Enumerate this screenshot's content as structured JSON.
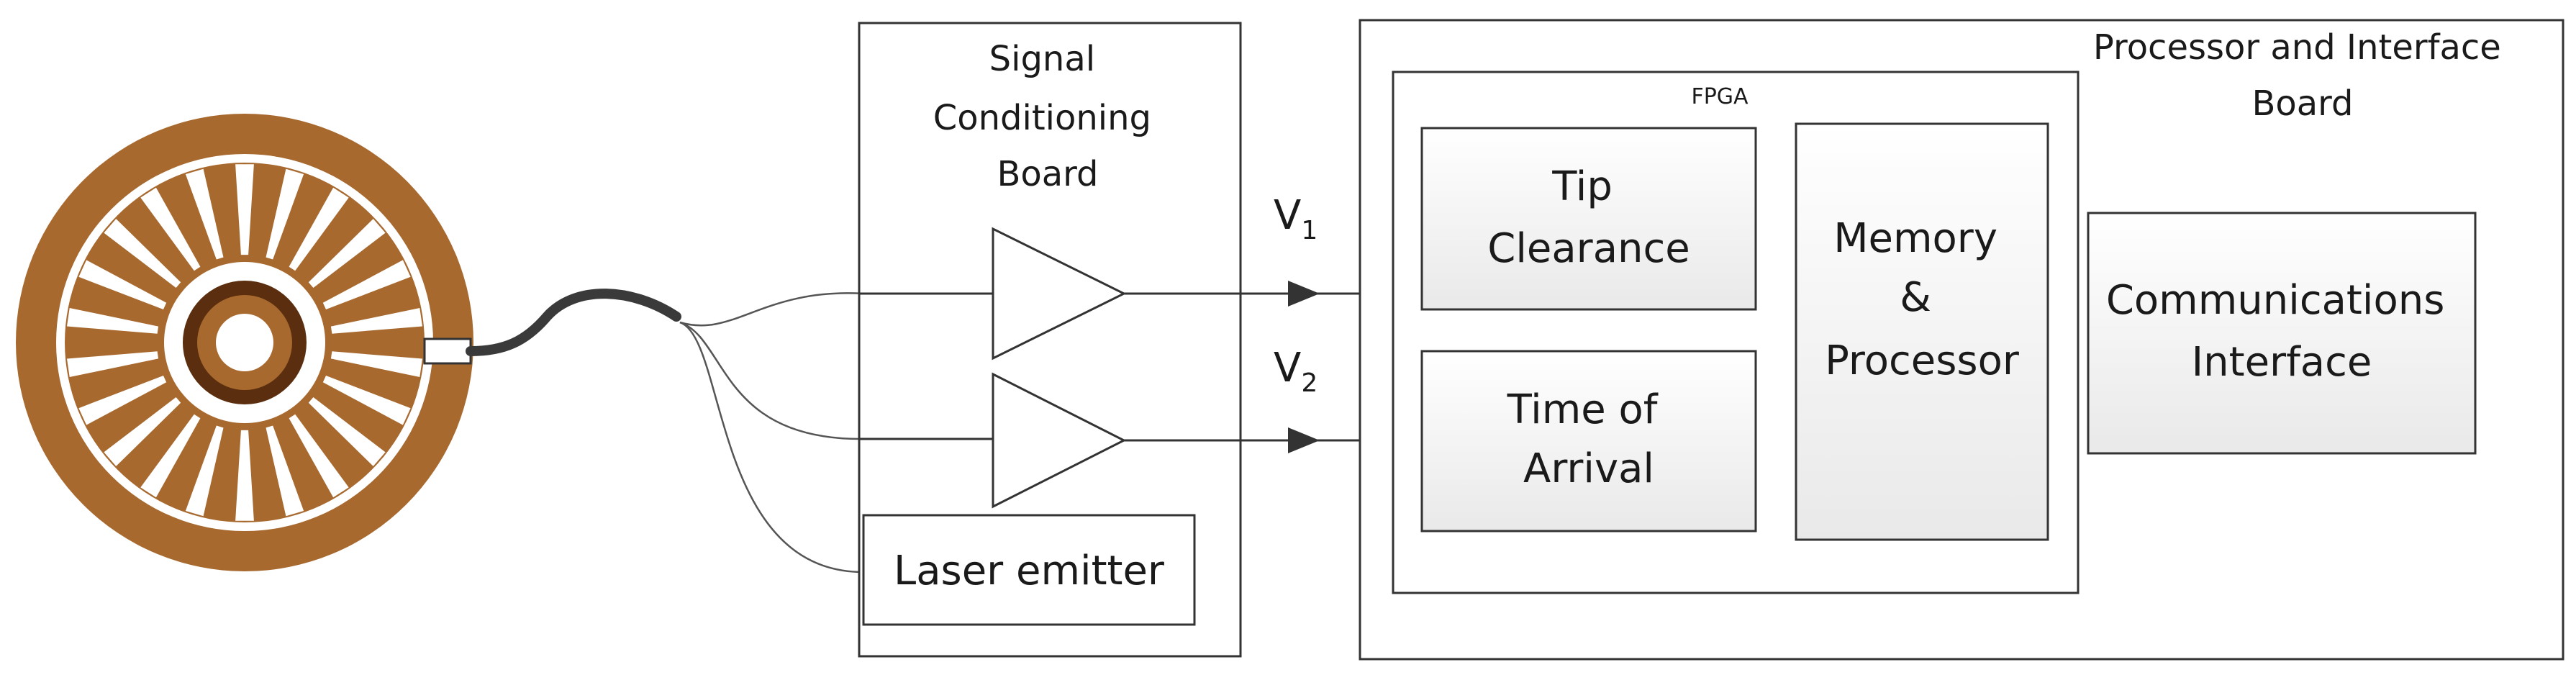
{
  "signal_board": {
    "title_lines": [
      "Signal",
      "Conditioning",
      "Board"
    ]
  },
  "laser": {
    "label": "Laser emitter"
  },
  "signals": [
    {
      "base": "V",
      "sub": "1"
    },
    {
      "base": "V",
      "sub": "2"
    }
  ],
  "processor_board": {
    "title_lines": [
      "Processor and Interface",
      "Board"
    ]
  },
  "fpga": {
    "title": "FPGA"
  },
  "blocks": {
    "tip_clearance": [
      "Tip",
      "Clearance"
    ],
    "time_of_arrival": [
      "Time of",
      "Arrival"
    ],
    "memory_processor": [
      "Memory",
      "&",
      "Processor"
    ],
    "communications": [
      "Communications",
      "Interface"
    ]
  },
  "colors": {
    "wheel_brown": "#a8692f",
    "hub_dark": "#5a2e0e",
    "cable": "#3a3a3a",
    "box_fill": "#f2f2f2",
    "line": "#333333"
  }
}
